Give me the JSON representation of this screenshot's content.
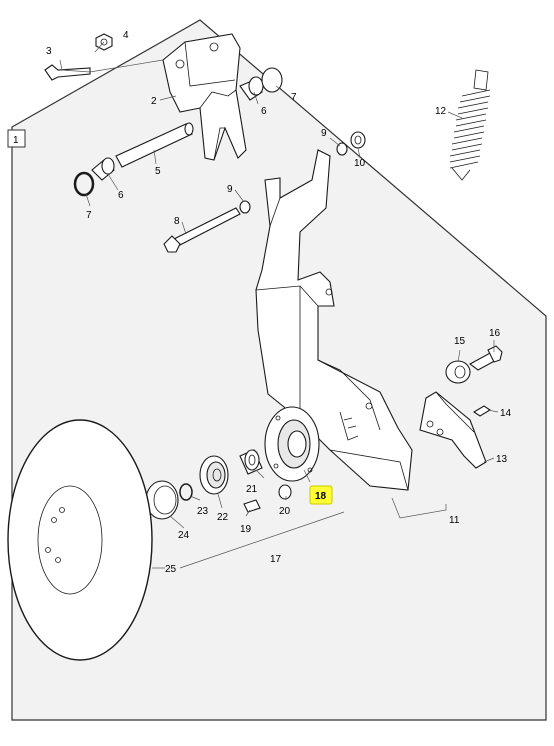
{
  "diagram": {
    "panel_number": "1",
    "highlight_color": "#ffff33",
    "highlighted_part": "18",
    "parts": [
      {
        "id": "p1",
        "label": "1"
      },
      {
        "id": "p2",
        "label": "2"
      },
      {
        "id": "p3",
        "label": "3"
      },
      {
        "id": "p4",
        "label": "4"
      },
      {
        "id": "p5",
        "label": "5"
      },
      {
        "id": "p6a",
        "label": "6"
      },
      {
        "id": "p6b",
        "label": "6"
      },
      {
        "id": "p7a",
        "label": "7"
      },
      {
        "id": "p7b",
        "label": "7"
      },
      {
        "id": "p8",
        "label": "8"
      },
      {
        "id": "p9a",
        "label": "9"
      },
      {
        "id": "p9b",
        "label": "9"
      },
      {
        "id": "p10",
        "label": "10"
      },
      {
        "id": "p11",
        "label": "11"
      },
      {
        "id": "p12",
        "label": "12"
      },
      {
        "id": "p13",
        "label": "13"
      },
      {
        "id": "p14",
        "label": "14"
      },
      {
        "id": "p15",
        "label": "15"
      },
      {
        "id": "p16",
        "label": "16"
      },
      {
        "id": "p17",
        "label": "17"
      },
      {
        "id": "p18",
        "label": "18"
      },
      {
        "id": "p19",
        "label": "19"
      },
      {
        "id": "p20",
        "label": "20"
      },
      {
        "id": "p21",
        "label": "21"
      },
      {
        "id": "p22",
        "label": "22"
      },
      {
        "id": "p23",
        "label": "23"
      },
      {
        "id": "p24",
        "label": "24"
      },
      {
        "id": "p25",
        "label": "25"
      }
    ]
  }
}
